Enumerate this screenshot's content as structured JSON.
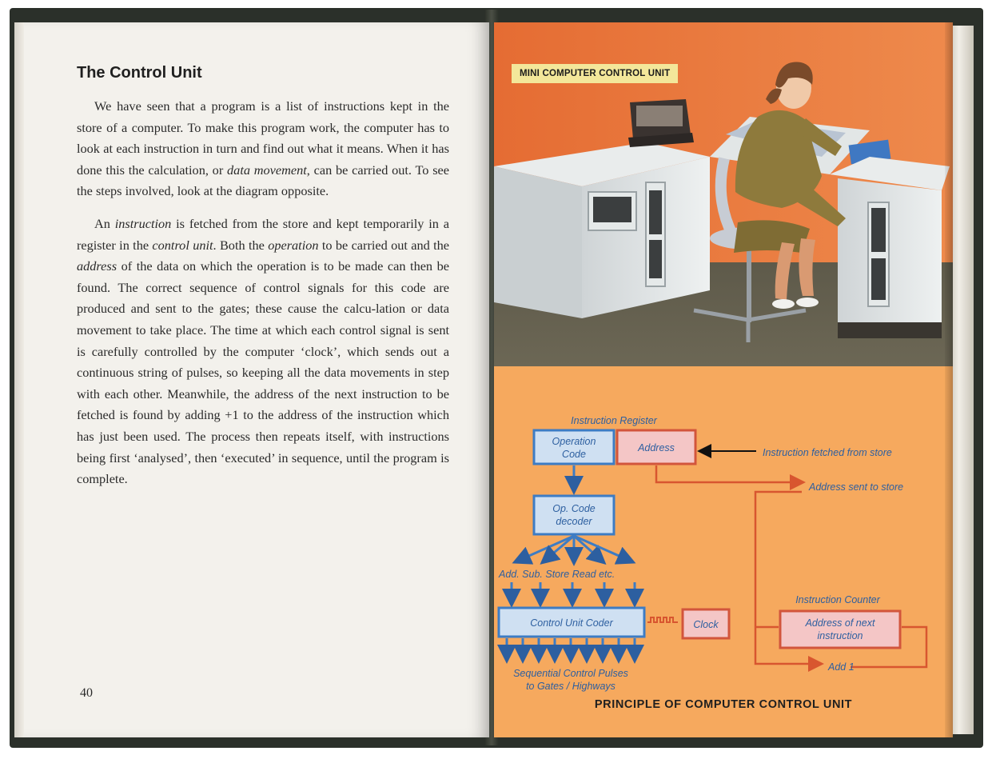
{
  "left_page": {
    "title": "The Control Unit",
    "paragraph_1": [
      "We have seen that a program is a list of instructions kept in the store of a computer. To make this program work, the computer has to look at each instruction in turn and find out what it means. When it has done this the calculation, or ",
      "data movement",
      ", can be carried out. To see the steps involved, look at the diagram opposite."
    ],
    "paragraph_2": [
      "An ",
      "instruction",
      " is fetched from the store and kept temporarily in a register in the ",
      "control unit",
      ". Both the ",
      "operation",
      " to be carried out and the ",
      "address",
      " of the data on which the operation is to be made can then be found. The correct sequence of control signals for this code are produced and sent to the gates; these cause the calcu-lation or data movement to take place. The time at which each control signal is sent is carefully controlled by the computer ‘clock’, which sends out a continuous string of pulses, so keeping all the data movements in step with each other. Meanwhile, the address of the next instruction to be fetched is found by adding +1 to the address of the instruction which has just been used. The process then repeats itself, with instructions being first ‘analysed’, then ‘executed’ in sequence, until the program is complete."
    ],
    "page_number": "40"
  },
  "right_page": {
    "illustration_label": "MINI COMPUTER CONTROL UNIT",
    "diagram": {
      "instruction_register_title": "Instruction Register",
      "operation_code": [
        "Operation",
        "Code"
      ],
      "address": "Address",
      "instruction_fetched": "Instruction fetched from store",
      "address_sent": "Address sent to store",
      "op_code_decoder": [
        "Op. Code",
        "decoder"
      ],
      "operations": "Add. Sub. Store Read etc.",
      "control_unit_coder": "Control Unit Coder",
      "clock": "Clock",
      "sequential_pulses": [
        "Sequential Control Pulses",
        "to Gates / Highways"
      ],
      "instruction_counter_title": "Instruction Counter",
      "address_of_next": [
        "Address of next",
        "instruction"
      ],
      "add_one": "Add 1"
    },
    "caption": "PRINCIPLE OF COMPUTER CONTROL UNIT"
  },
  "colors": {
    "page_orange": "#f6a95e",
    "wall_orange": "#e9743a",
    "box_blue": "#3d7cc4",
    "box_red": "#d2553c",
    "arrow_orange": "#d8562f",
    "label_yellow": "#f3e79a"
  }
}
